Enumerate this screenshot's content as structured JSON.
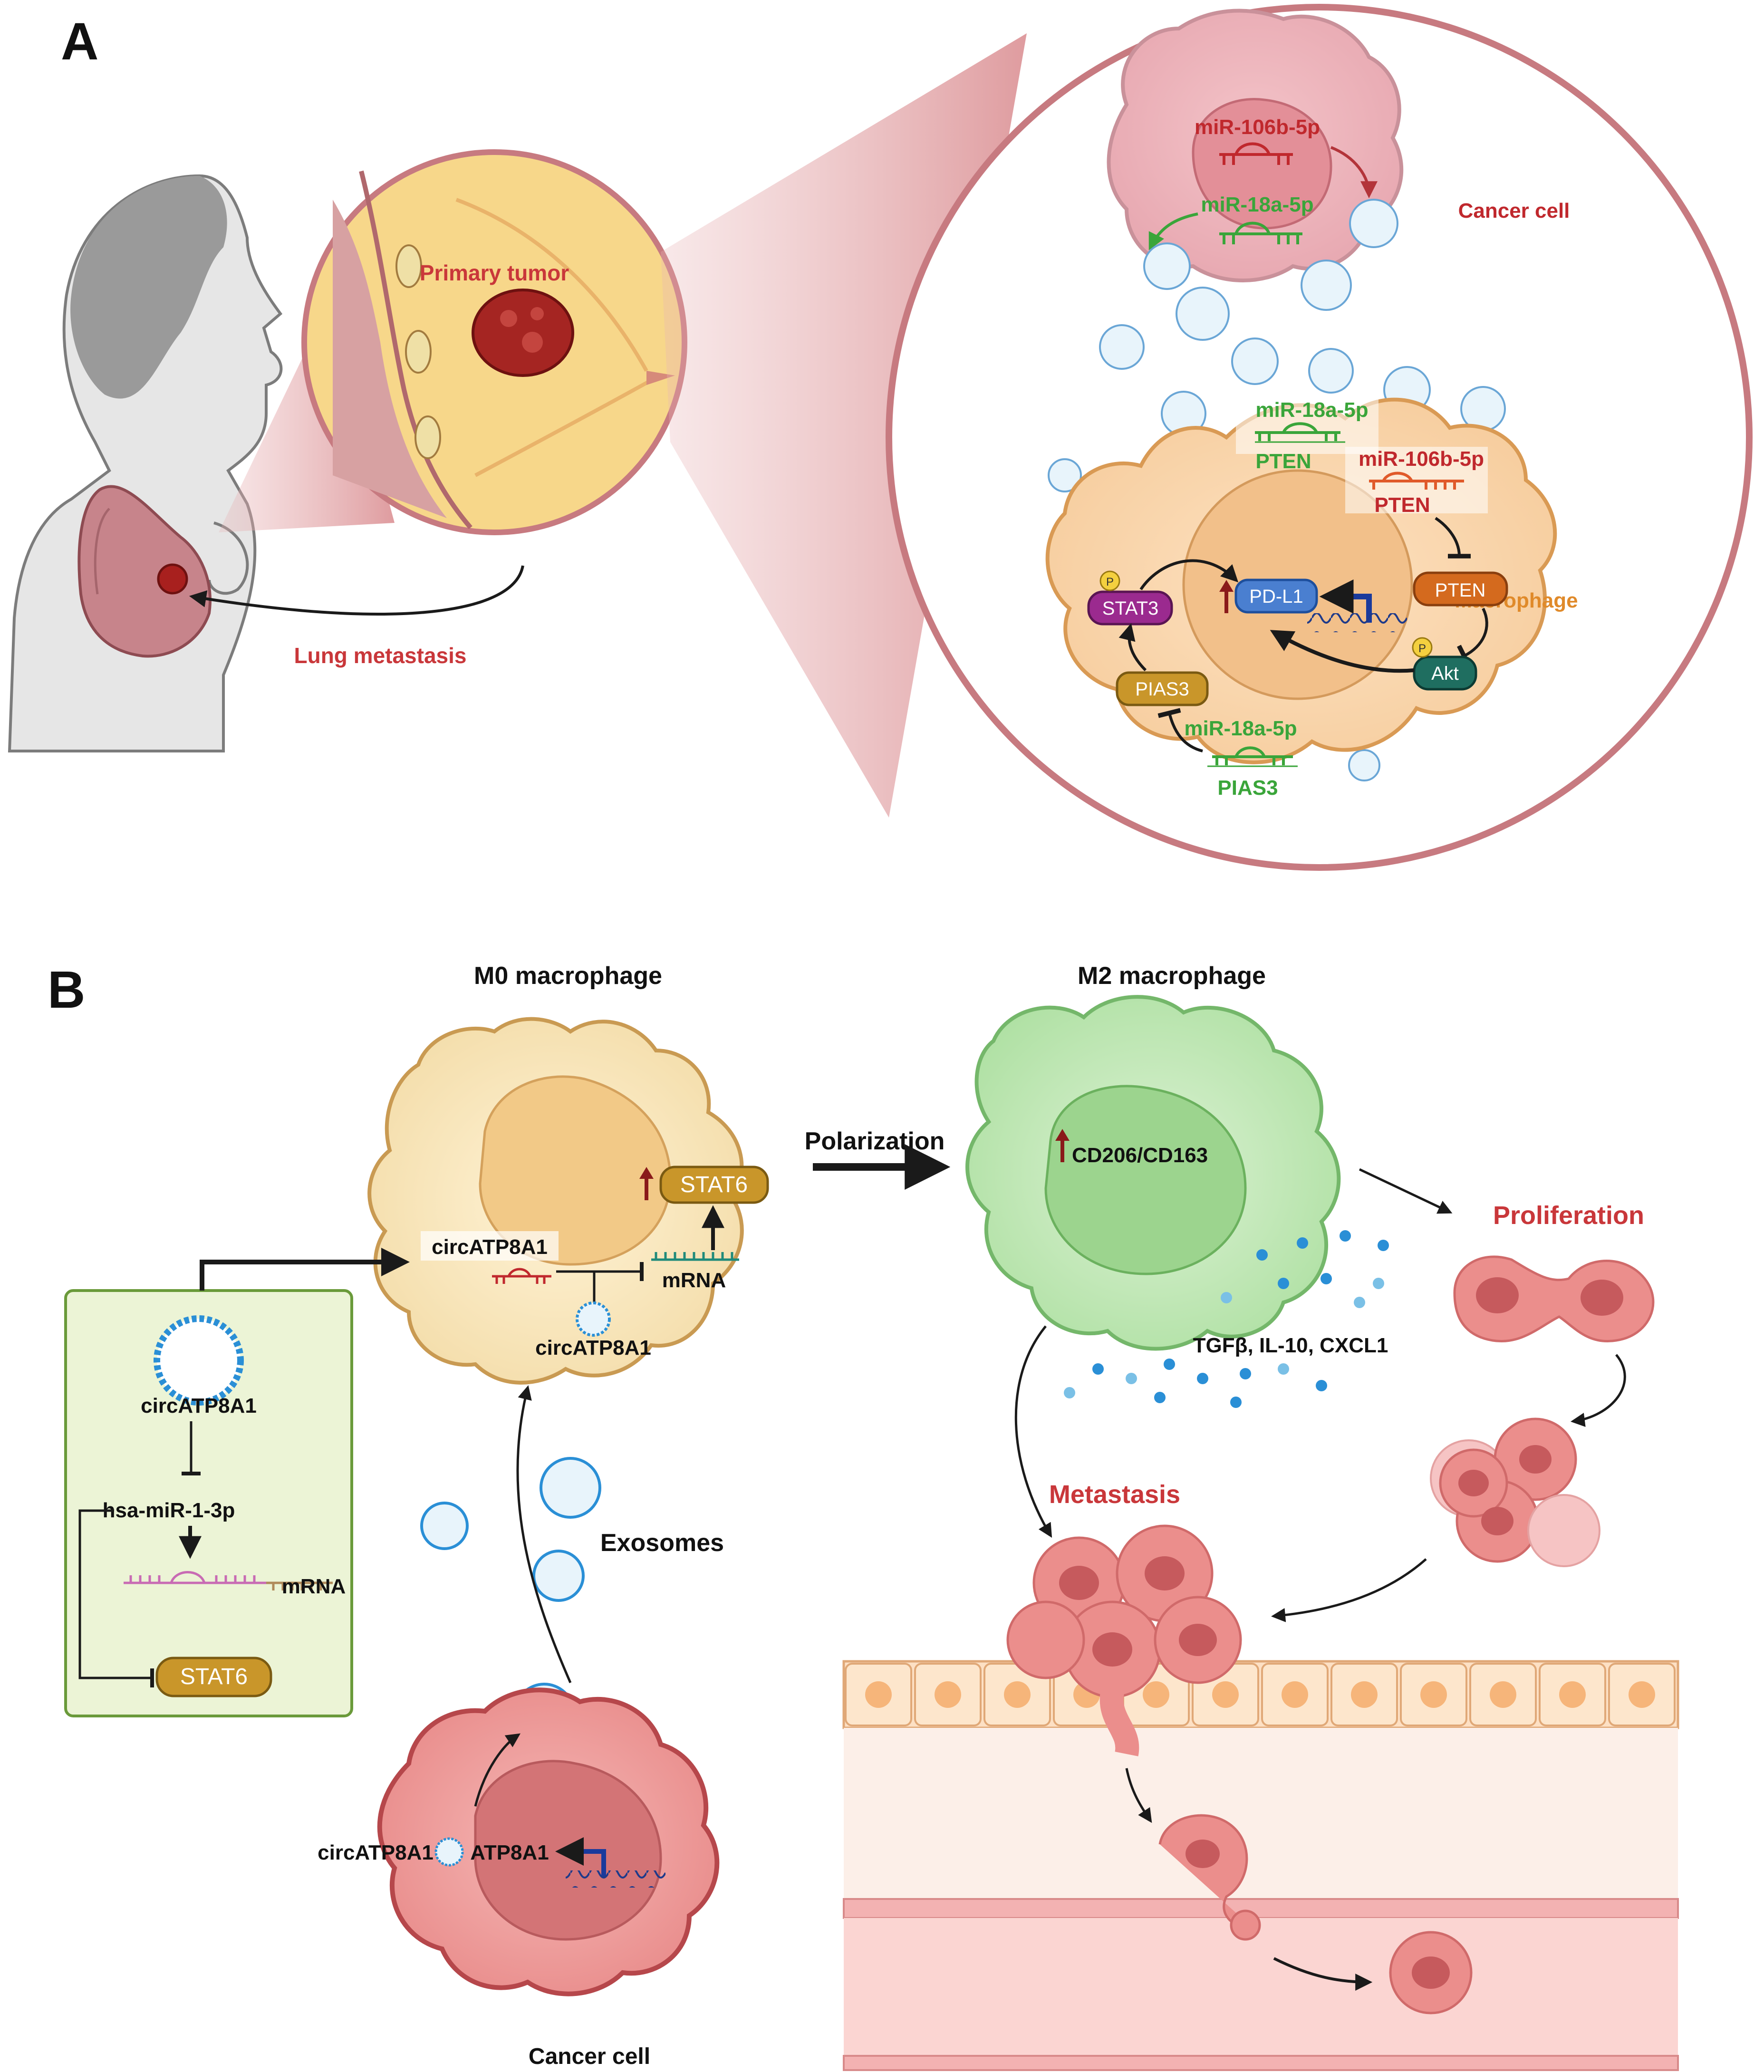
{
  "panel_a": {
    "letter": "A",
    "labels": {
      "primary_tumor": "Primary tumor",
      "lung_metastasis": "Lung metastasis",
      "cancer_cell": "Cancer cell",
      "macrophage": "Macrophage"
    },
    "mirnas": {
      "mir106_top": "miR-106b-5p",
      "mir18_top": "miR-18a-5p",
      "mir18_pten": "miR-18a-5p",
      "pten_green": "PTEN",
      "mir106_pten": "miR-106b-5p",
      "pten_red": "PTEN",
      "mir18_pias3": "miR-18a-5p",
      "pias3_green": "PIAS3"
    },
    "proteins": {
      "stat3": "STAT3",
      "pdl1": "PD-L1",
      "pten": "PTEN",
      "akt": "Akt",
      "pias3": "PIAS3",
      "phospho": "P"
    }
  },
  "panel_b": {
    "letter": "B",
    "labels": {
      "m0_macrophage": "M0 macrophage",
      "m2_macrophage": "M2 macrophage",
      "polarization": "Polarization",
      "proliferation": "Proliferation",
      "metastasis": "Metastasis",
      "exosomes": "Exosomes",
      "cancer_cell": "Cancer cell",
      "cytokines": "TGFβ, IL-10, CXCL1",
      "cd_markers": "CD206/CD163"
    },
    "m0_inner": {
      "stat6": "STAT6",
      "circ_label": "circATP8A1",
      "mrna": "mRNA",
      "circ_bottom": "circATP8A1"
    },
    "legend_box": {
      "circ_label": "circATP8A1",
      "mirna": "hsa-miR-1-3p",
      "mrna": "mRNA",
      "stat6": "STAT6"
    },
    "cancer_inner": {
      "circ_label": "circATP8A1",
      "gene": "ATP8A1"
    }
  },
  "colors": {
    "mir106_red": "#c0282d",
    "mir18_green": "#3aa53a",
    "label_red": "#c9373a",
    "macrophage_orange": "#e08a2a",
    "stat_gold": "#c9962a",
    "stat3_purple": "#9b2a8f",
    "pdl1_blue": "#4a7fd0",
    "pten_orange": "#d46a1e",
    "akt_teal": "#1f6e60",
    "exosome_blue": "#2a8fd6"
  }
}
